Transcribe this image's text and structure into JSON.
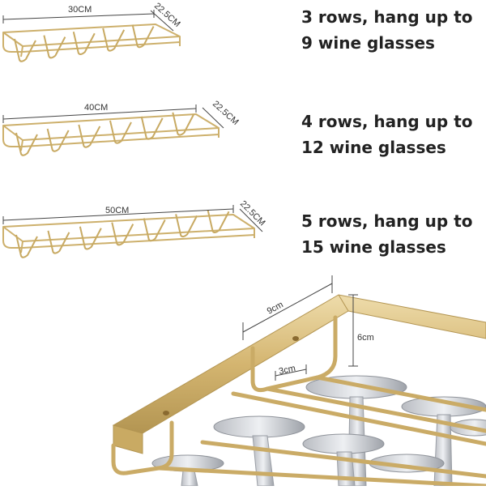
{
  "colors": {
    "gold": "#d4b570",
    "gold_dark": "#b39552",
    "gold_light": "#eedcab",
    "dimension": "#444444",
    "text": "#222222"
  },
  "racks": [
    {
      "width_label": "30CM",
      "depth_label": "22.5CM",
      "rows": 3,
      "caption_line1": "3 rows, hang up to",
      "caption_line2": "9 wine glasses"
    },
    {
      "width_label": "40CM",
      "depth_label": "22.5CM",
      "rows": 4,
      "caption_line1": "4 rows, hang up to",
      "caption_line2": "12 wine glasses"
    },
    {
      "width_label": "50CM",
      "depth_label": "22.5CM",
      "rows": 5,
      "caption_line1": "5 rows, hang up to",
      "caption_line2": "15 wine glasses"
    }
  ],
  "closeup": {
    "width_label": "9cm",
    "height_label": "6cm",
    "gap_label": "3cm"
  }
}
